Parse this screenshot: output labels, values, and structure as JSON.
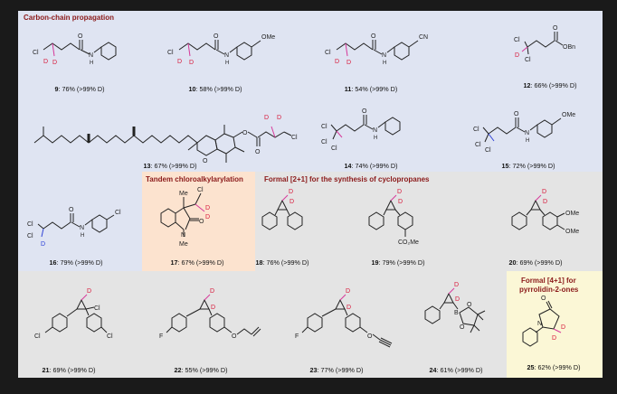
{
  "colors": {
    "blue_region": "#dfe4f2",
    "gray_region": "#e4e4e4",
    "peach_region": "#fce3cf",
    "yellow_region": "#fbf7d6",
    "title_red": "#8b1a1a",
    "deuterium_red": "#d81b3c",
    "deuterium_blue": "#2a3fd8",
    "magenta_bond": "#d6399a",
    "blue_bond": "#3345d6"
  },
  "sections": {
    "carbon_chain": "Carbon-chain propagation",
    "tandem": "Tandem chloroalkylarylation",
    "cyclopropanes": "Formal [2+1] for the synthesis of cyclopropanes",
    "pyrrolidinones_1": "Formal [4+1] for",
    "pyrrolidinones_2": "pyrrolidin-2-ones"
  },
  "compounds": [
    {
      "num": "9",
      "result": ": 76% (>99% D)"
    },
    {
      "num": "10",
      "result": ": 58% (>99% D)"
    },
    {
      "num": "11",
      "result": ": 54% (>99% D)"
    },
    {
      "num": "12",
      "result": ": 66% (>99% D)"
    },
    {
      "num": "13",
      "result": ": 67% (>99% D)"
    },
    {
      "num": "14",
      "result": ": 74% (>99% D)"
    },
    {
      "num": "15",
      "result": ": 72% (>99% D)"
    },
    {
      "num": "16",
      "result": ": 79% (>99% D)"
    },
    {
      "num": "17",
      "result": ": 67% (>99% D)"
    },
    {
      "num": "18",
      "result": ": 76% (>99% D)"
    },
    {
      "num": "19",
      "result": ": 79% (>99% D)"
    },
    {
      "num": "20",
      "result": ": 69% (>99% D)"
    },
    {
      "num": "21",
      "result": ": 69% (>99% D)"
    },
    {
      "num": "22",
      "result": ": 55% (>99% D)"
    },
    {
      "num": "23",
      "result": ": 77% (>99% D)"
    },
    {
      "num": "24",
      "result": ": 61% (>99% D)"
    },
    {
      "num": "25",
      "result": ": 62% (>99% D)"
    }
  ],
  "atoms": {
    "cl": "Cl",
    "d": "D",
    "o": "O",
    "n": "N",
    "h": "H",
    "b": "B",
    "ome": "OMe",
    "cn": "CN",
    "obn": "OBn",
    "f": "F",
    "me": "Me",
    "co2me": "CO₂Me"
  }
}
